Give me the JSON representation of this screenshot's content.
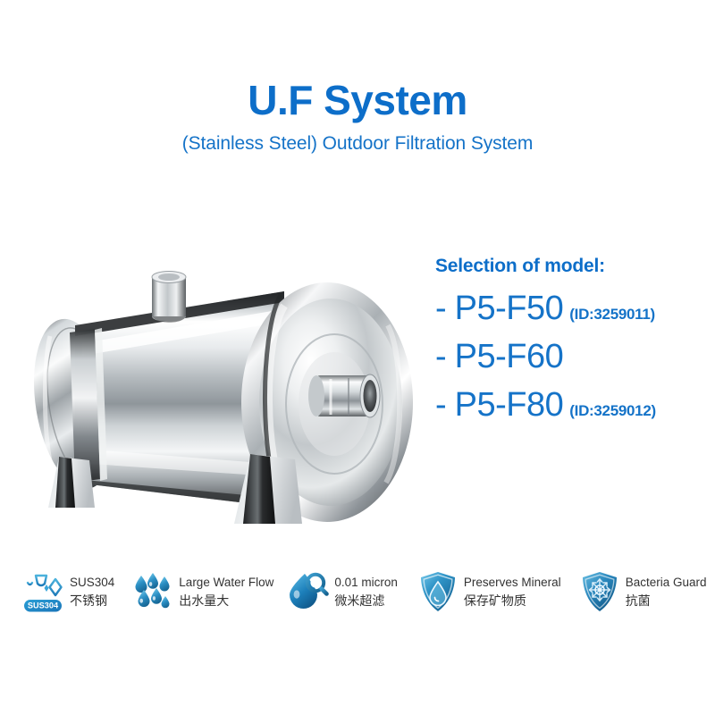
{
  "header": {
    "title": "U.F System",
    "subtitle": "(Stainless Steel) Outdoor Filtration System"
  },
  "colors": {
    "title_blue": "#0d6ec9",
    "body_blue": "#1573c8",
    "text_dark": "#333333",
    "background": "#ffffff",
    "icon_blue": "#1b7fc4",
    "icon_teal": "#3fa9d4",
    "steel_light": "#f2f3f4",
    "steel_mid": "#9aa0a4",
    "steel_dark": "#2b2d2f"
  },
  "model_panel": {
    "heading": "Selection of model:",
    "dash": "-",
    "models": [
      {
        "name": "P5-F50",
        "id": "(ID:3259011)"
      },
      {
        "name": "P5-F60",
        "id": ""
      },
      {
        "name": "P5-F80",
        "id": "(ID:3259012)"
      }
    ]
  },
  "product": {
    "alt": "Stainless steel horizontal ultrafiltration housing with top port, front outlet nozzle and two mounting feet",
    "icon": "uf-housing-illustration"
  },
  "features": [
    {
      "icon": "food-grade-glass-sparkle-icon",
      "badge": "SUS304",
      "en": "SUS304",
      "zh": "不锈钢"
    },
    {
      "icon": "water-droplets-icon",
      "badge": "",
      "en": "Large Water Flow",
      "zh": "出水量大"
    },
    {
      "icon": "droplet-magnifier-icon",
      "badge": "",
      "en": "0.01 micron",
      "zh": "微米超滤"
    },
    {
      "icon": "shield-droplet-icon",
      "badge": "",
      "en": "Preserves Mineral",
      "zh": "保存矿物质"
    },
    {
      "icon": "shield-bacteria-icon",
      "badge": "",
      "en": "Bacteria Guard",
      "zh": "抗菌"
    }
  ]
}
